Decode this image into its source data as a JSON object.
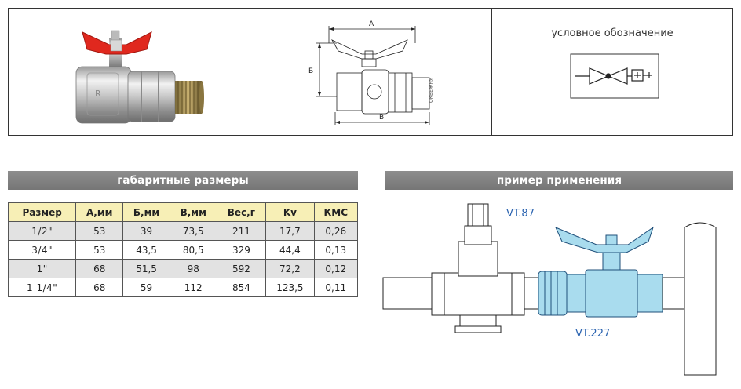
{
  "top_panel": {
    "symbol_caption": "условное обозначение",
    "drawing_labels": {
      "a": "А",
      "b": "Б",
      "v": "В"
    }
  },
  "dimensions_section": {
    "title": "габаритные размеры",
    "table": {
      "headers": [
        "Размер",
        "А,мм",
        "Б,мм",
        "В,мм",
        "Вес,г",
        "Kv",
        "КМС"
      ],
      "rows": [
        [
          "1/2\"",
          "53",
          "39",
          "73,5",
          "211",
          "17,7",
          "0,26"
        ],
        [
          "3/4\"",
          "53",
          "43,5",
          "80,5",
          "329",
          "44,4",
          "0,13"
        ],
        [
          "1\"",
          "68",
          "51,5",
          "98",
          "592",
          "72,2",
          "0,12"
        ],
        [
          "1 1/4\"",
          "68",
          "59",
          "112",
          "854",
          "123,5",
          "0,11"
        ]
      ]
    }
  },
  "application_section": {
    "title": "пример применения",
    "labels": {
      "fitting": "VT.87",
      "valve": "VT.227"
    }
  },
  "colors": {
    "section_bar": "#808080",
    "header_bg": "#f7efb6",
    "row_alt": "#e2e2e2",
    "label_blue": "#2a63b0",
    "handle_red": "#e0281e",
    "handle_blue": "#a9dcee"
  }
}
